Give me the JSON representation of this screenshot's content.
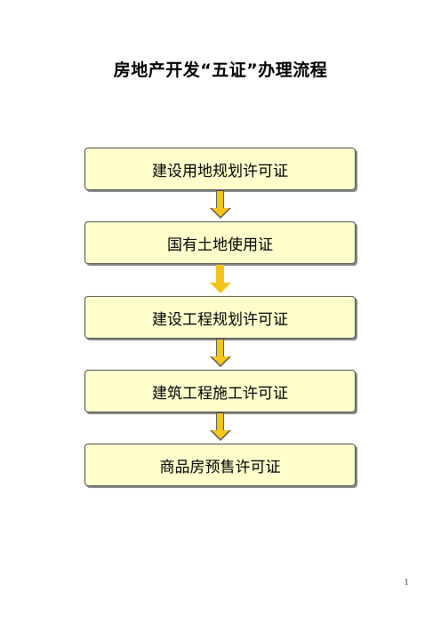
{
  "document": {
    "title": "房地产开发“五证”办理流程",
    "page_number": "1"
  },
  "flow": {
    "steps": [
      {
        "label": "建设用地规划许可证"
      },
      {
        "label": "国有土地使用证"
      },
      {
        "label": "建设工程规划许可证"
      },
      {
        "label": "建筑工程施工许可证"
      },
      {
        "label": "商品房预售许可证"
      }
    ],
    "colors": {
      "box_fill": "#ffffcc",
      "box_border": "#555555",
      "arrow_fill": "#f4c41b"
    },
    "connector_icon": "down-arrow-icon"
  }
}
